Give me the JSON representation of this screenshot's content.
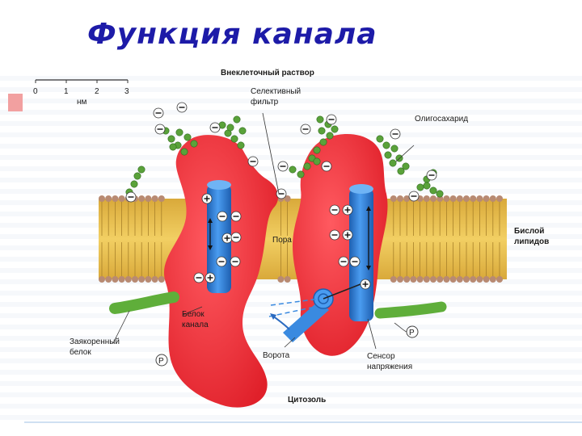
{
  "title": "Функция канала",
  "scale": {
    "ticks": [
      "0",
      "1",
      "2",
      "3"
    ],
    "unit": "нм"
  },
  "labels": {
    "extracellular": "Внеклеточный раствор",
    "selective_filter_1": "Селективный",
    "selective_filter_2": "фильтр",
    "oligosaccharide": "Олигосахарид",
    "bilayer_1": "Бислой",
    "bilayer_2": "липидов",
    "pore": "Пора",
    "channel_protein_1": "Белок",
    "channel_protein_2": "канала",
    "anchored_protein_1": "Заякоренный",
    "anchored_protein_2": "белок",
    "gate": "Ворота",
    "voltage_sensor_1": "Сенсор",
    "voltage_sensor_2": "напряжения",
    "cytosol": "Цитозоль",
    "phosphate": "P"
  },
  "colors": {
    "title": "#1d1ba8",
    "protein": "#ee2a33",
    "helix": "#2f7fd6",
    "bilayer": "#e8c04a",
    "lipid_head": "#b88a72",
    "sugar": "#5aa23a",
    "anchor": "#62b23c"
  }
}
